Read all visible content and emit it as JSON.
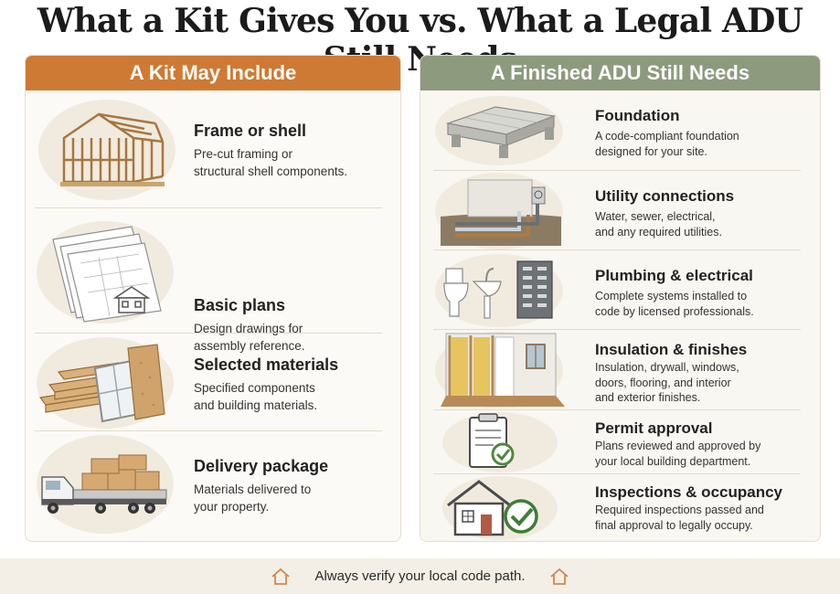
{
  "title": "What a Kit Gives You vs. What a Legal ADU Still Needs",
  "left_panel": {
    "header": "A Kit May Include",
    "accent": "#cf7a34",
    "items": [
      {
        "title": "Frame or shell",
        "desc": "Pre-cut framing or\nstructural shell components.",
        "icon": "house-frame-icon"
      },
      {
        "title": "Basic plans",
        "desc": "Design drawings for\nassembly reference.",
        "icon": "blueprint-plans-icon"
      },
      {
        "title": "Selected materials",
        "desc": "Specified components\nand building materials.",
        "icon": "lumber-window-materials-icon"
      },
      {
        "title": "Delivery package",
        "desc": "Materials delivered to\nyour property.",
        "icon": "delivery-truck-icon"
      }
    ]
  },
  "right_panel": {
    "header": "A Finished ADU Still Needs",
    "accent": "#8e9a7d",
    "items": [
      {
        "title": "Foundation",
        "desc": "A code-compliant foundation\ndesigned for your site.",
        "icon": "foundation-slab-icon"
      },
      {
        "title": "Utility connections",
        "desc": "Water, sewer, electrical,\nand any required utilities.",
        "icon": "utility-pipes-icon"
      },
      {
        "title": "Plumbing & electrical",
        "desc": "Complete systems installed to\ncode by licensed professionals.",
        "icon": "toilet-sink-panel-icon"
      },
      {
        "title": "Insulation & finishes",
        "desc": "Insulation, drywall, windows,\ndoors, flooring, and interior\nand exterior finishes.",
        "icon": "insulated-wall-icon"
      },
      {
        "title": "Permit approval",
        "desc": "Plans reviewed and approved by\nyour local building department.",
        "icon": "clipboard-check-icon"
      },
      {
        "title": "Inspections & occupancy",
        "desc": "Required inspections passed and\nfinal approval to legally occupy.",
        "icon": "house-check-icon"
      }
    ]
  },
  "footer": {
    "text": "Always verify your local code path.",
    "icon": "house-outline-icon",
    "icon_color": "#d08a4c"
  }
}
